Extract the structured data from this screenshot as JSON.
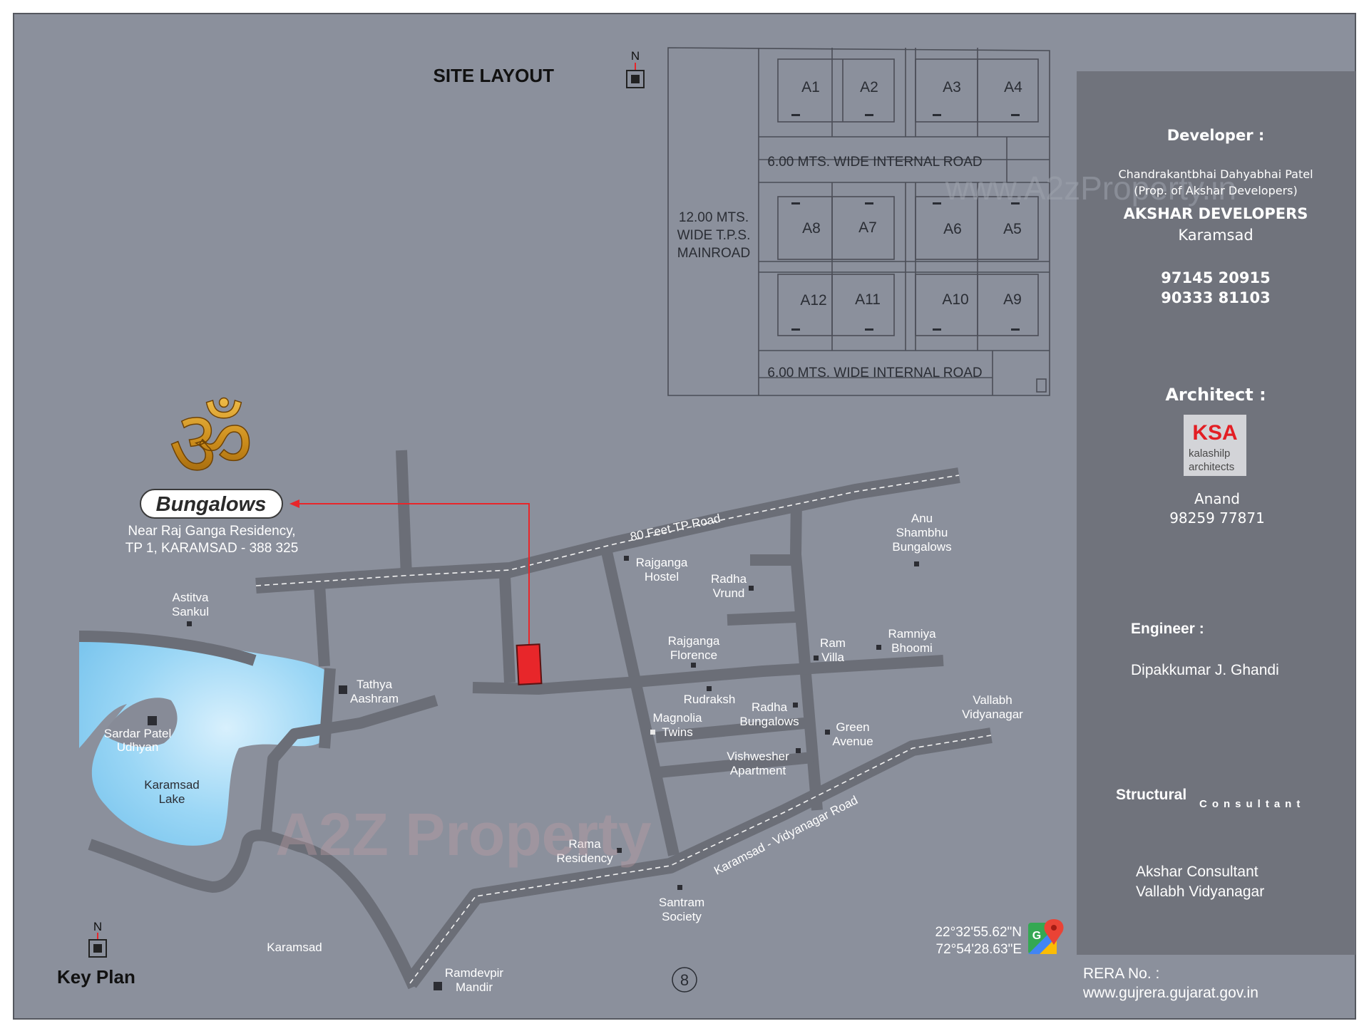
{
  "site_layout": {
    "title": "SITE LAYOUT",
    "north": "N",
    "plots": [
      "A1",
      "A2",
      "A3",
      "A4",
      "A8",
      "A7",
      "A6",
      "A5",
      "A12",
      "A11",
      "A10",
      "A9"
    ],
    "internal_road_top": "6.00 MTS. WIDE INTERNAL ROAD",
    "internal_road_bottom": "6.00 MTS. WIDE INTERNAL ROAD",
    "main_road": [
      "12.00 MTS.",
      "WIDE T.P.S.",
      "MAINROAD"
    ]
  },
  "project": {
    "om_symbol": "ॐ",
    "name": "Bungalows",
    "address": [
      "Near Raj Ganga Residency,",
      "TP 1, KARAMSAD - 388 325"
    ]
  },
  "key_plan": {
    "title": "Key Plan",
    "north": "N",
    "roads": [
      "80 Feet TP Road",
      "Karamsad - Vidyanagar Road"
    ],
    "landmarks": [
      [
        "Astitva",
        "Sankul"
      ],
      [
        "Tathya",
        "Aashram"
      ],
      [
        "Sardar Patel",
        "Udhyan"
      ],
      [
        "Karamsad",
        "Lake"
      ],
      [
        "Rajganga",
        "Hostel"
      ],
      [
        "Radha",
        "Vrund"
      ],
      [
        "Anu",
        "Shambhu",
        "Bungalows"
      ],
      [
        "Rajganga",
        "Florence"
      ],
      [
        "Ram",
        "Villa"
      ],
      [
        "Ramniya",
        "Bhoomi"
      ],
      [
        "Rudraksh"
      ],
      [
        "Radha",
        "Bungalows"
      ],
      [
        "Magnolia",
        "Twins"
      ],
      [
        "Green",
        "Avenue"
      ],
      [
        "Vallabh",
        "Vidyanagar"
      ],
      [
        "Vishwesher",
        "Apartment"
      ],
      [
        "Rama",
        "Residency"
      ],
      [
        "Santram",
        "Society"
      ],
      [
        "Karamsad"
      ],
      [
        "Ramdevpir",
        "Mandir"
      ]
    ],
    "coordinates": [
      "22°32'55.62\"N",
      "72°54'28.63\"E"
    ],
    "page_number": "8"
  },
  "sidebar": {
    "developer_heading": "Developer :",
    "developer_owner": [
      "Chandrakantbhai Dahyabhai Patel",
      "(Prop. of Akshar Developers)"
    ],
    "developer_company": "AKSHAR DEVELOPERS",
    "developer_city": "Karamsad",
    "developer_phones": [
      "97145 20915",
      "90333 81103"
    ],
    "architect_heading": "Architect :",
    "architect_logo": {
      "abbr": "KSA",
      "line1": "kalashilp",
      "line2": "architects"
    },
    "architect_city": "Anand",
    "architect_phone": "98259 77871",
    "engineer_heading": "Engineer :",
    "engineer_name": "Dipakkumar J. Ghandi",
    "structural_heading_1": "Structural",
    "structural_heading_2": "Consultant",
    "structural_name": [
      "Akshar Consultant",
      "Vallabh Vidyanagar"
    ]
  },
  "rera": {
    "label": "RERA No. :",
    "url": "www.gujrera.gujarat.gov.in"
  },
  "watermarks": {
    "top": "www.A2zProperty.in",
    "center": "A2Z Property"
  },
  "colors": {
    "background": "#8b909c",
    "panel": "#70737c",
    "road": "#6b6e77",
    "lake": "#8fd0f2",
    "site_marker": "#e8262a",
    "brand_red": "#e31e24"
  }
}
